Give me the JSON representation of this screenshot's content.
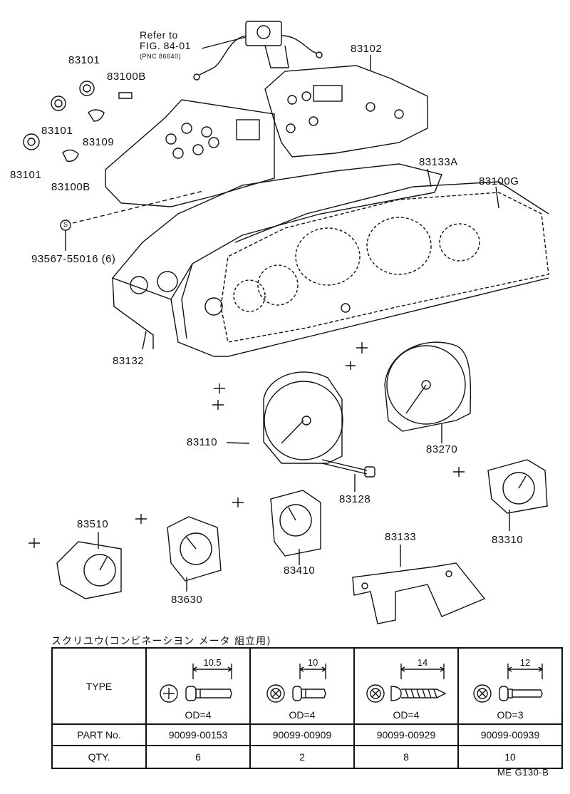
{
  "labels": {
    "refer_line1": "Refer to",
    "refer_line2": "FIG. 84-01",
    "refer_line3": "(PNC 86640)",
    "p83101_a": "83101",
    "p83100B_a": "83100B",
    "p83101_b": "83101",
    "p83109": "83109",
    "p83101_c": "83101",
    "p83100B_b": "83100B",
    "p83102": "83102",
    "p83133A": "83133A",
    "p83100G": "83100G",
    "circle_s": "S",
    "p93567": "93567-55016 (6)",
    "p83132": "83132",
    "p83110": "83110",
    "p83270": "83270",
    "p83128": "83128",
    "p83510": "83510",
    "p83630": "83630",
    "p83410": "83410",
    "p83310": "83310",
    "p83133": "83133"
  },
  "screw_table": {
    "title": "スクリユウ(コンビネーシヨン メータ 組立用)",
    "type_label": "TYPE",
    "part_label": "PART No.",
    "qty_label": "QTY.",
    "screws": [
      {
        "length": "10.5",
        "od": "OD=4",
        "part_no": "90099-00153",
        "qty": "6"
      },
      {
        "length": "10",
        "od": "OD=4",
        "part_no": "90099-00909",
        "qty": "2"
      },
      {
        "length": "14",
        "od": "OD=4",
        "part_no": "90099-00929",
        "qty": "8"
      },
      {
        "length": "12",
        "od": "OD=3",
        "part_no": "90099-00939",
        "qty": "10"
      }
    ]
  },
  "footer": "ME G130-B"
}
